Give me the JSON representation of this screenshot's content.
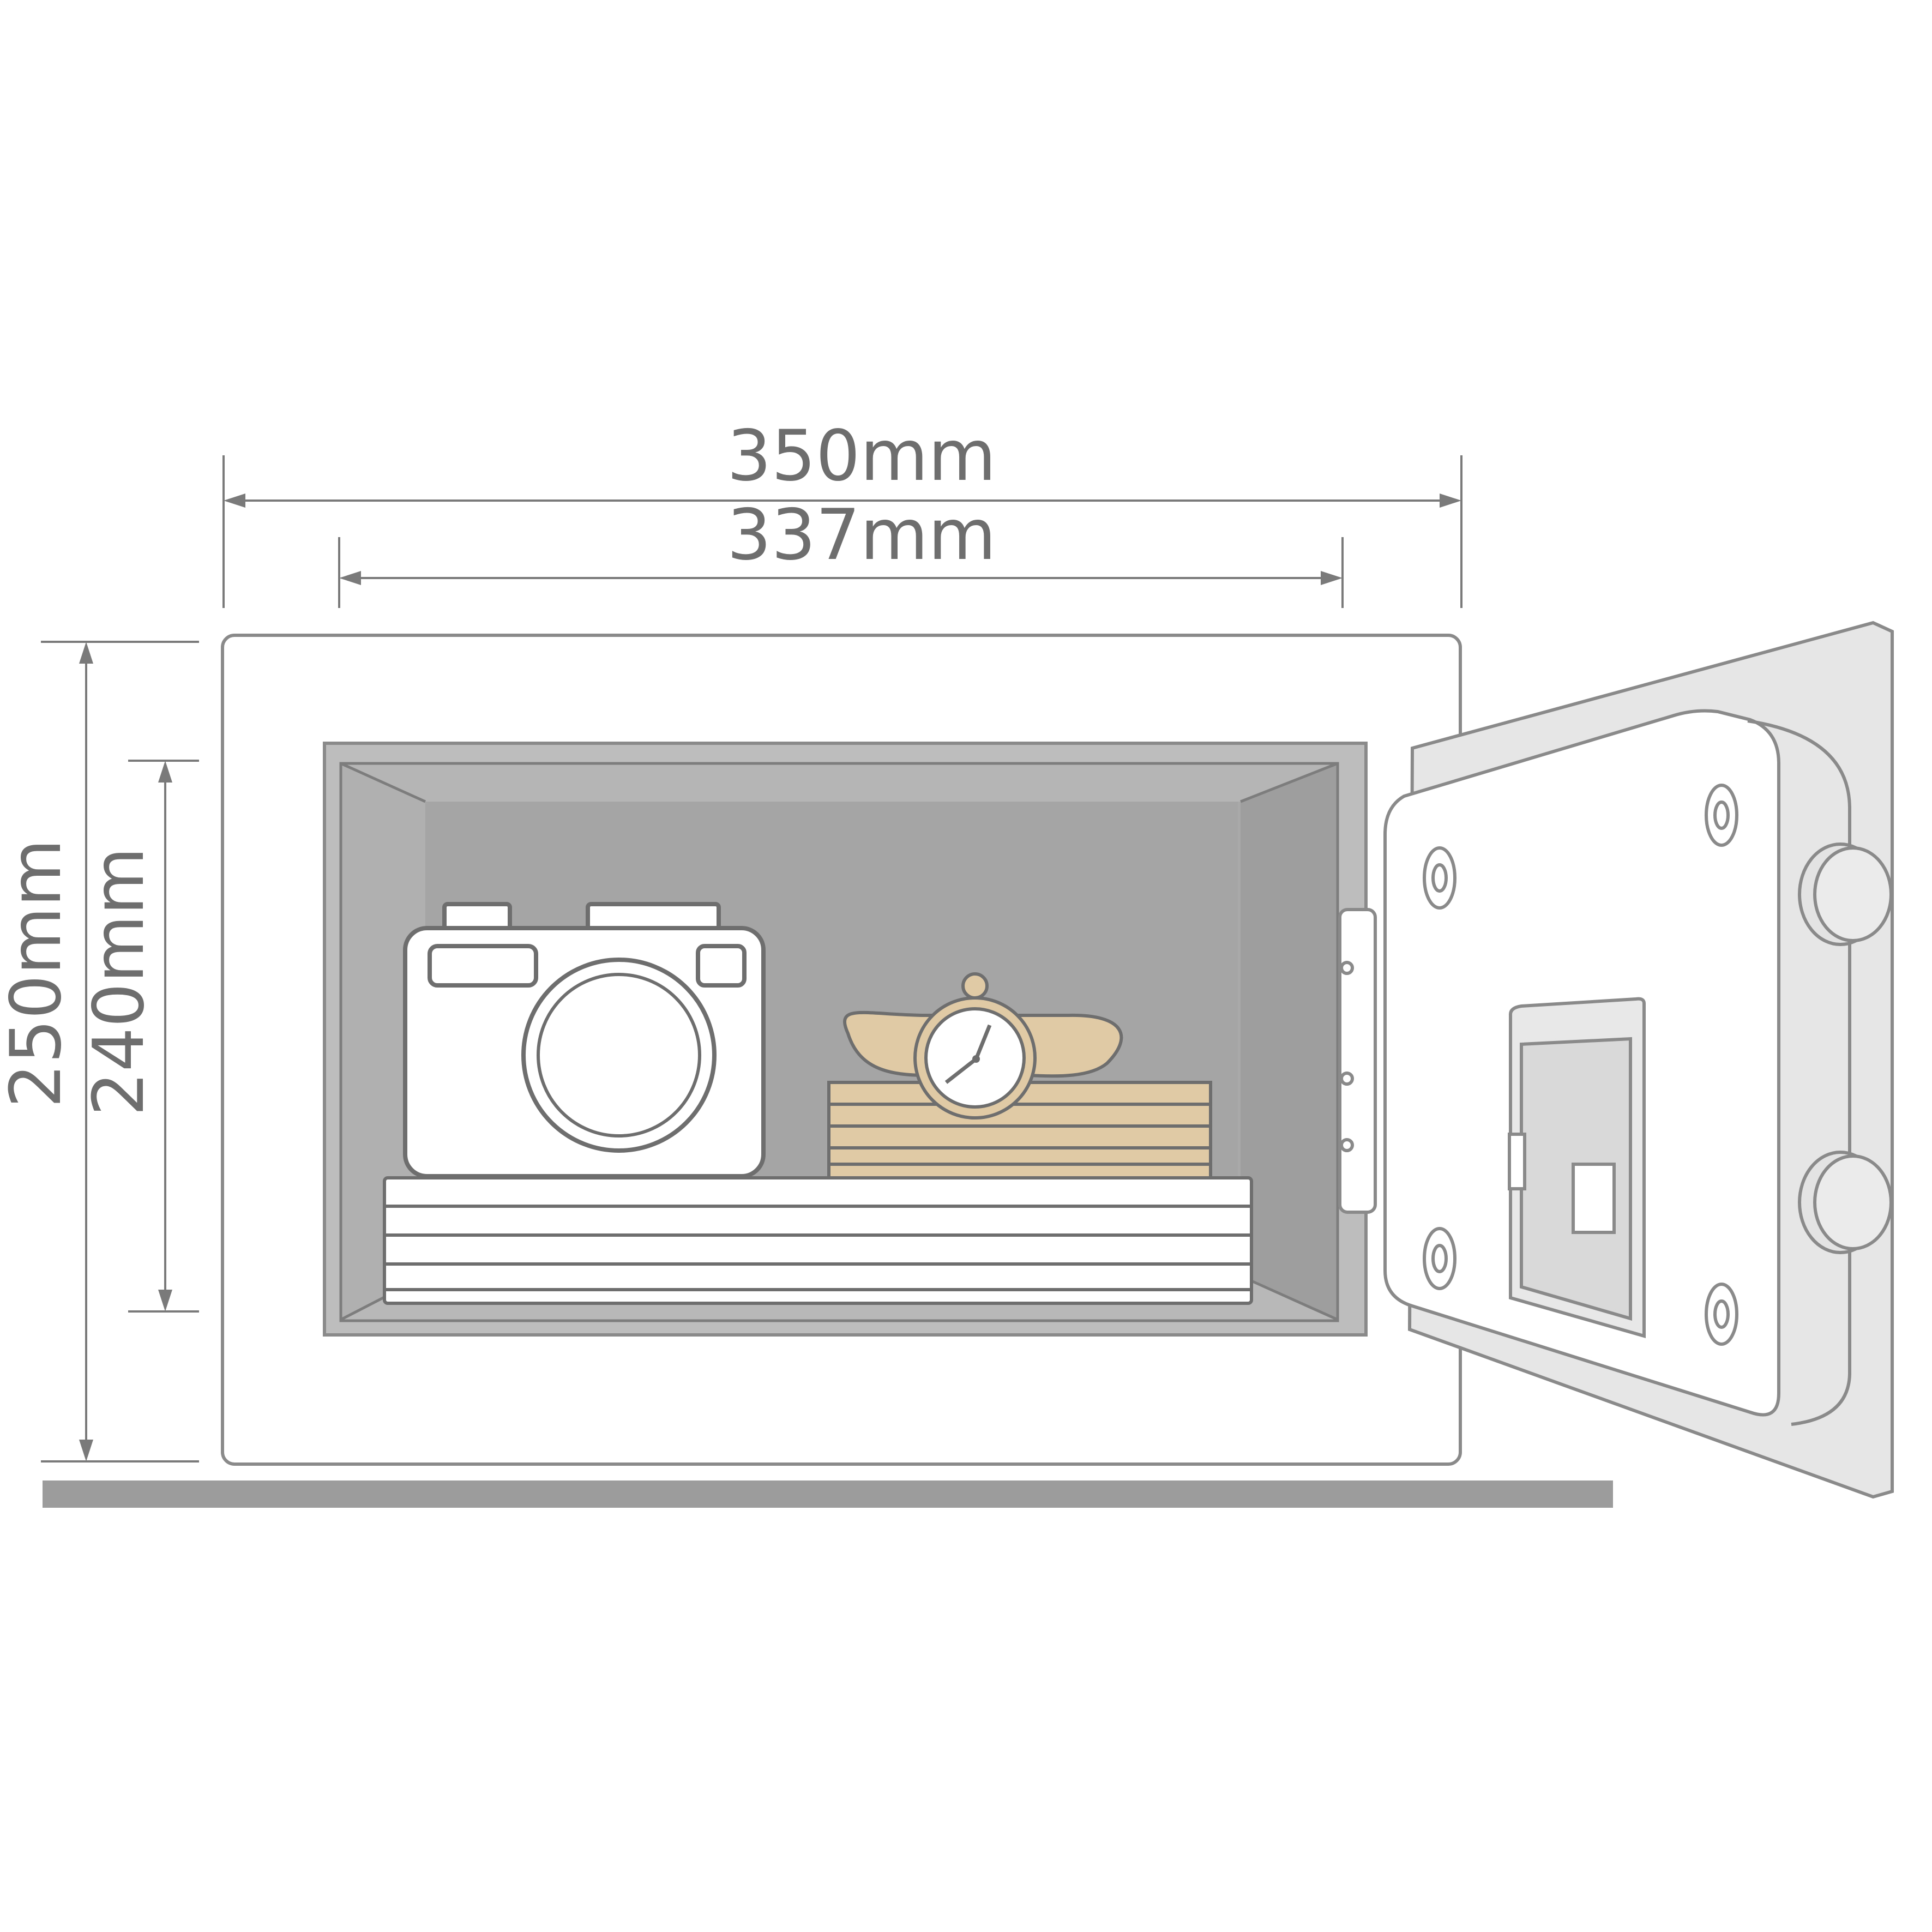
{
  "dimensions": {
    "outer_width": "350mm",
    "inner_width": "337mm",
    "outer_height": "250mm",
    "inner_height": "240mm"
  },
  "colors": {
    "outline": "#8a8a8a",
    "dimension_line": "#7a7a7a",
    "dimension_text": "#6e6e6e",
    "interior_gray": "#a9a9a9",
    "interior_gray_dark": "#9a9a9a",
    "interior_gray_light": "#bdbdbd",
    "body_fill": "#ffffff",
    "door_frame": "#e6e6e6",
    "door_panel": "#ffffff",
    "knob": "#e3e3e3",
    "strap_tan": "#e0caa6",
    "floor_bar": "#9c9c9c"
  },
  "icons": {
    "camera": "camera-icon",
    "watch": "wristwatch-icon",
    "documents": "document-stack-icon"
  }
}
